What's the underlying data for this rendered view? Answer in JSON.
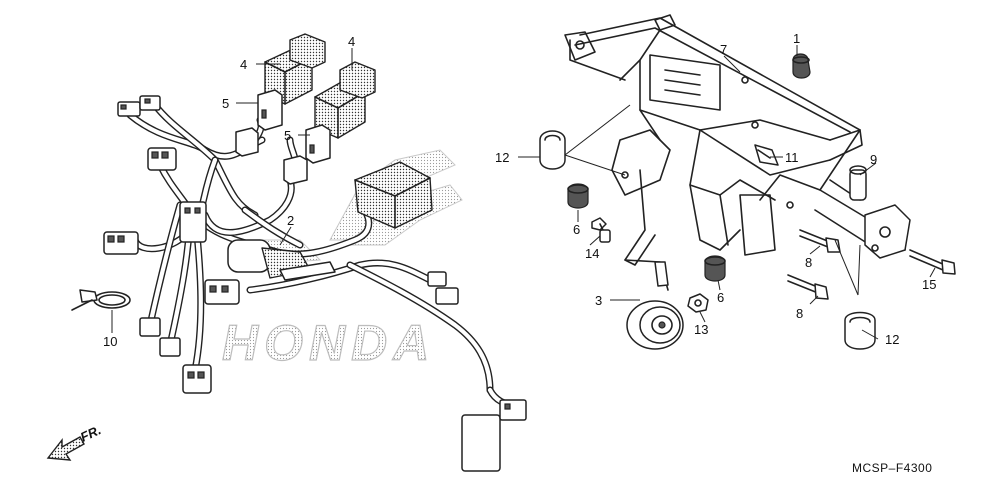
{
  "diagram": {
    "watermark": "HONDA",
    "direction_label": "FR.",
    "diagram_code": "MCSP–F4300",
    "callouts": [
      {
        "id": "c1",
        "text": "1"
      },
      {
        "id": "c2",
        "text": "2"
      },
      {
        "id": "c3",
        "text": "3"
      },
      {
        "id": "c4a",
        "text": "4"
      },
      {
        "id": "c4b",
        "text": "4"
      },
      {
        "id": "c5a",
        "text": "5"
      },
      {
        "id": "c5b",
        "text": "5"
      },
      {
        "id": "c6a",
        "text": "6"
      },
      {
        "id": "c6b",
        "text": "6"
      },
      {
        "id": "c7",
        "text": "7"
      },
      {
        "id": "c8a",
        "text": "8"
      },
      {
        "id": "c8b",
        "text": "8"
      },
      {
        "id": "c9",
        "text": "9"
      },
      {
        "id": "c10",
        "text": "10"
      },
      {
        "id": "c11",
        "text": "11"
      },
      {
        "id": "c12a",
        "text": "12"
      },
      {
        "id": "c12b",
        "text": "12"
      },
      {
        "id": "c13",
        "text": "13"
      },
      {
        "id": "c14",
        "text": "14"
      },
      {
        "id": "c15",
        "text": "15"
      }
    ]
  }
}
